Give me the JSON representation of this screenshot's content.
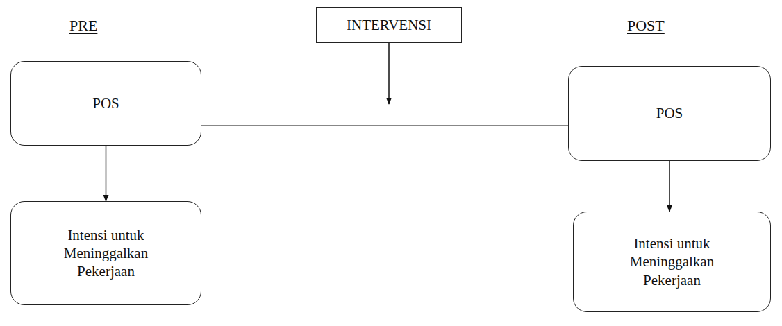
{
  "diagram": {
    "nodes": [
      {
        "text": [
          "INTERVENSI"
        ]
      },
      {
        "text": [
          "POS"
        ]
      },
      {
        "text": [
          "POS"
        ]
      },
      {
        "text": [
          "Intensi untuk Meninggalkan Pekerjaan"
        ]
      },
      {
        "text": [
          "Intensi untuk Meninggalkan Pekerjaan"
        ]
      }
    ],
    "edges": [
      {
        "from": 1,
        "to": 2,
        "arrow": "none"
      },
      {
        "from": 1,
        "to": 3,
        "arrow": "to"
      },
      {
        "from": 2,
        "to": 4,
        "arrow": "to"
      }
    ],
    "labels": [
      "PRE",
      "POST"
    ]
  }
}
